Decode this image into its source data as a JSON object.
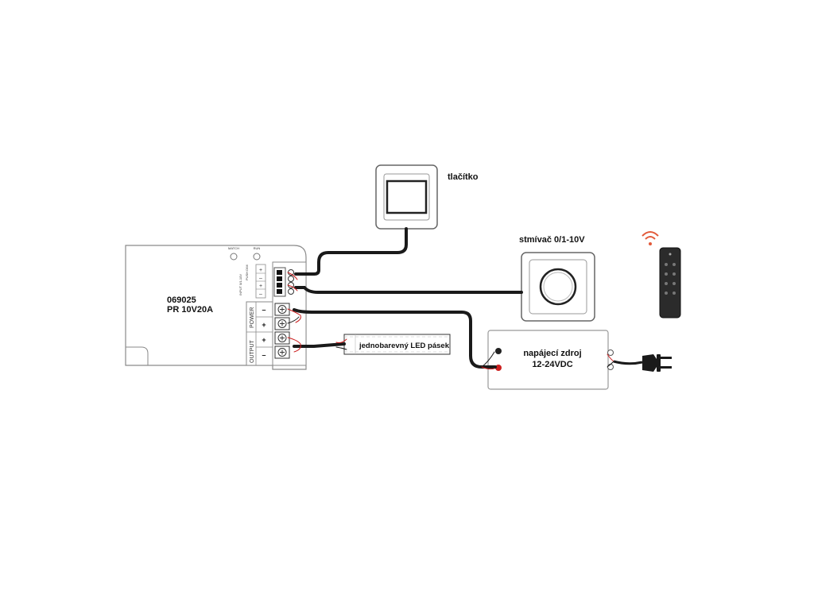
{
  "controller": {
    "code": "069025",
    "model": "PR 10V20A",
    "match_label": "MATCH",
    "run_label": "RUN",
    "input_label": "INPUT 0/1-10V",
    "push_label": "PUSH DIM",
    "power_label": "POWER",
    "output_label": "OUTPUT",
    "minus": "–",
    "plus": "+"
  },
  "push_button": {
    "label": "tlačítko"
  },
  "dimmer": {
    "label": "stmívač 0/1-10V"
  },
  "led_strip": {
    "label": "jednobarevný LED pásek"
  },
  "power_supply": {
    "label_line1": "napájecí zdroj",
    "label_line2": "12-24VDC"
  },
  "remote": {
    "icon": "wifi-signal-icon"
  },
  "colors": {
    "wire": "#1a1a1a",
    "red": "#cc1f1f",
    "outline": "#8a8a8a"
  }
}
